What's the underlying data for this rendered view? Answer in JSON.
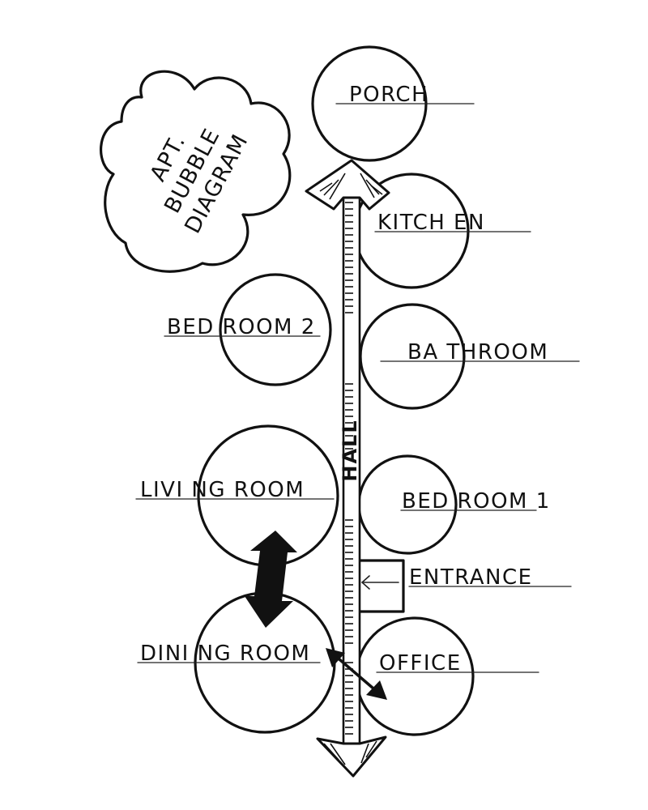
{
  "title": {
    "lines": [
      "APT.",
      "BUBBLE",
      "DIAGRAM"
    ]
  },
  "hall": {
    "label": "HALL"
  },
  "rooms": [
    {
      "id": "porch",
      "label": "PORCH"
    },
    {
      "id": "kitchen",
      "label": "KITCH EN"
    },
    {
      "id": "bedroom2",
      "label": "BED ROOM 2"
    },
    {
      "id": "bathroom",
      "label": "BA THROOM"
    },
    {
      "id": "livingroom",
      "label": "LIVI NG ROOM"
    },
    {
      "id": "bedroom1",
      "label": "BED ROOM 1"
    },
    {
      "id": "entrance",
      "label": "ENTRANCE"
    },
    {
      "id": "diningroom",
      "label": "DINI NG ROOM"
    },
    {
      "id": "office",
      "label": "OFFICE"
    }
  ],
  "colors": {
    "ink": "#111111",
    "paper": "#ffffff"
  }
}
